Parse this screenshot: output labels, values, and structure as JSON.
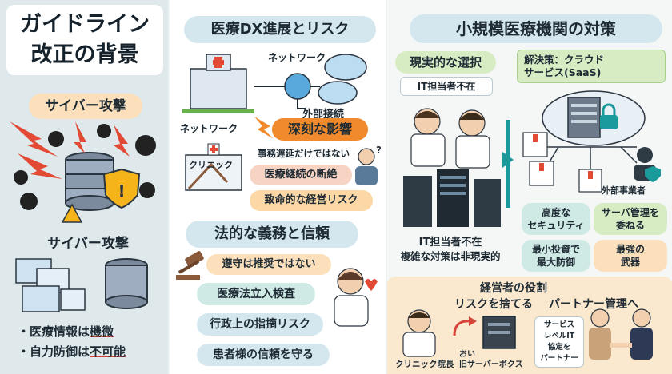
{
  "left": {
    "title_line1": "ガイドライン",
    "title_line2": "改正の背景",
    "cyber_heading_1": "サイバー攻撃",
    "cyber_heading_2": "サイバー攻撃",
    "bullet_1_prefix": "医療情報は",
    "bullet_1_emph": "機微",
    "bullet_2_prefix": "自力防御は",
    "bullet_2_emph": "不可能"
  },
  "middle": {
    "dx_title": "医療DX進展とリスク",
    "network_label_top": "ネットワーク",
    "external_connection": "外部接続",
    "network_label_bottom": "ネットワーク",
    "clinic_label": "クリニック",
    "serious_impact": "深刻な影響",
    "not_only_delay": "事務遅延だけではない",
    "care_interruption": "医療継続の断絶",
    "fatal_risk": "致命的な経営リスク",
    "legal_title": "法的な義務と信頼",
    "compliance": "遵守は推奨ではない",
    "inspection": "医療法立入検査",
    "admin_risk": "行政上の指摘リスク",
    "patient_trust": "患者様の信頼を守る"
  },
  "right": {
    "title": "小規模医療機関の対策",
    "realistic_choice": "現実的な選択",
    "no_it_staff_top": "IT担当者不在",
    "solution": "解決策：クラウド\nサービス(SaaS)",
    "external_vendor": "外部事業者",
    "high_security": "高度な\nセキュリティ",
    "delegate_server": "サーバ管理を\n委ねる",
    "min_investment": "最小投資で\n最大防御",
    "strongest_weapon": "最強の\n武器",
    "no_it_staff_bottom": "IT担当者不在",
    "complex_unrealistic": "複雑な対策は非現実的",
    "owner_role": "経営者の役割",
    "abandon_risk": "リスクを捨てる",
    "partner_mgmt": "パートナー管理へ",
    "clinic_director": "クリニック院長",
    "old_server_1": "おい",
    "old_server_2": "旧サーバーボクス",
    "sla_note": "サービス\nレベルIT\n協定を\nパートナー"
  },
  "colors": {
    "orange": "#f08a2c",
    "teal": "#1a9a9a",
    "navy": "#1d2a33",
    "red": "#d8443a"
  }
}
